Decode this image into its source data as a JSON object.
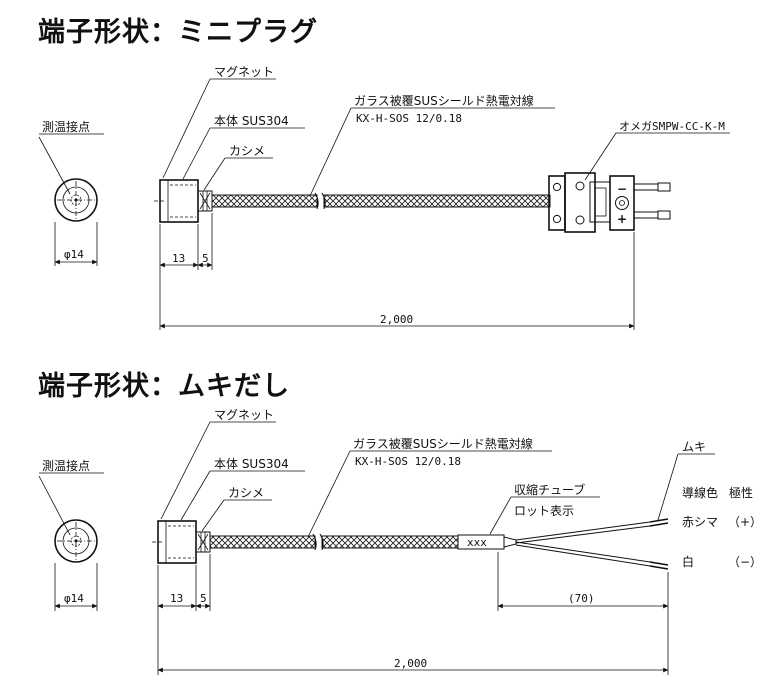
{
  "section1": {
    "title": "端子形状：ミニプラグ",
    "label_sensing_point": "測温接点",
    "label_magnet": "マグネット",
    "label_body": "本体 SUS304",
    "label_crimp": "カシメ",
    "label_cable": "ガラス被覆SUSシールド熱電対線",
    "label_cable_spec": "KX-H-SOS 12/0.18",
    "label_connector": "オメガSMPW-CC-K-M",
    "dim_diameter": "φ14",
    "dim_body": "13",
    "dim_crimp": "5",
    "dim_total": "2,000"
  },
  "section2": {
    "title": "端子形状：ムキだし",
    "label_sensing_point": "測温接点",
    "label_magnet": "マグネット",
    "label_body": "本体 SUS304",
    "label_crimp": "カシメ",
    "label_cable": "ガラス被覆SUSシールド熱電対線",
    "label_cable_spec": "KX-H-SOS 12/0.18",
    "label_tube": "収縮チューブ",
    "label_lot": "ロット表示",
    "tube_text": "xxx",
    "label_stripped": "ムキ",
    "label_wire_color": "導線色",
    "label_polarity": "極性",
    "wire1_color": "赤シマ",
    "wire1_polarity": "（+）",
    "wire2_color": "白",
    "wire2_polarity": "（−）",
    "dim_diameter": "φ14",
    "dim_body": "13",
    "dim_crimp": "5",
    "dim_lead": "(70)",
    "dim_total": "2,000"
  },
  "connector": {
    "minus_sign": "−",
    "plus_sign": "+"
  }
}
